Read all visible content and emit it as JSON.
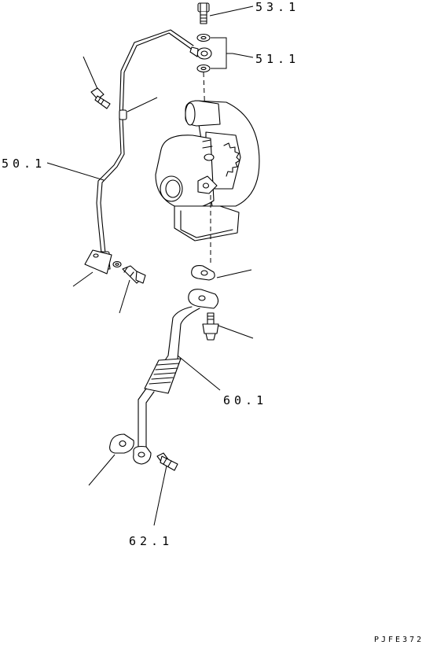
{
  "labels": {
    "part_53_1": "53.1",
    "part_51_1": "51.1",
    "part_50_1": "50.1",
    "part_60_1": "60.1",
    "part_62_1": "62.1"
  },
  "drawing_code": "PJFE372"
}
